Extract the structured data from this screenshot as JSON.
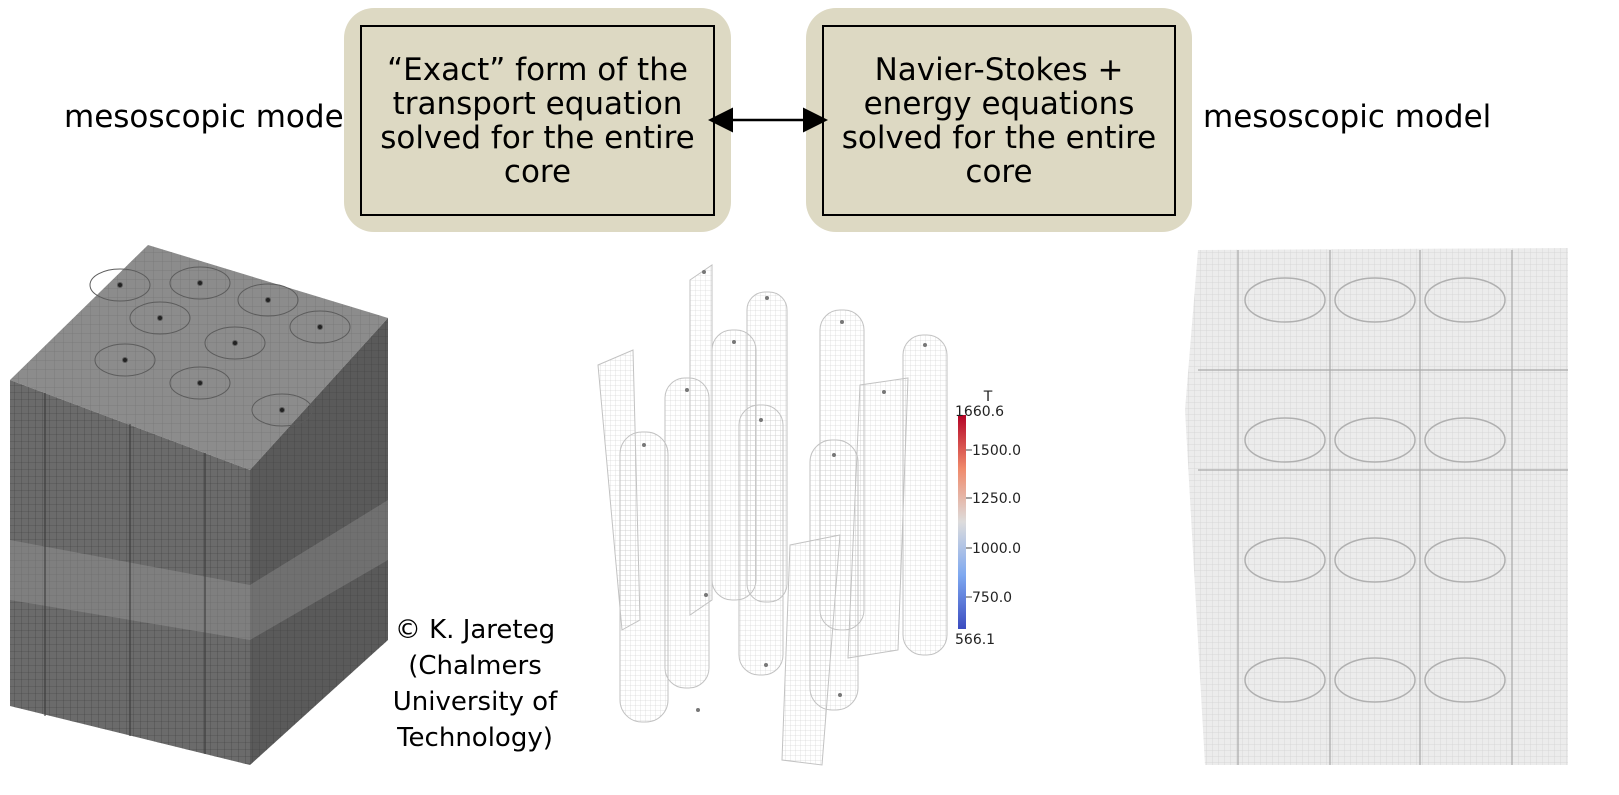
{
  "left_label": "mesoscopic model",
  "right_label": "mesoscopic model",
  "box_left": "“Exact” form of the transport equation solved for the entire core",
  "box_right": "Navier-Stokes + energy equations solved for the entire core",
  "credit": "© K. Jareteg\n(Chalmers\nUniversity of\nTechnology)",
  "colorbar": {
    "title": "T",
    "max_label": "1660.6",
    "min_label": "566.1",
    "ticks": [
      "1500.0",
      "1250.0",
      "1000.0",
      "750.0"
    ],
    "colors": [
      "#b40426",
      "#f08a6b",
      "#dddcdc",
      "#7ea8f0",
      "#3b4cc0"
    ]
  }
}
